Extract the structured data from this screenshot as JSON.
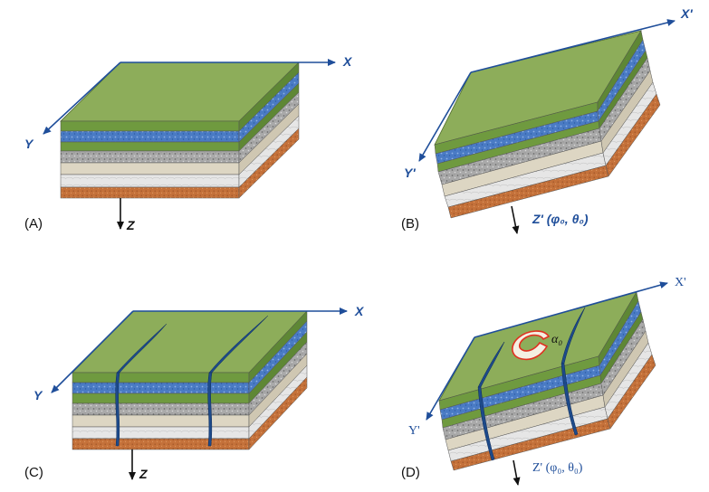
{
  "panels": [
    {
      "id": "A",
      "panel_label": "(A)",
      "axis_x": "X",
      "axis_y": "Y",
      "axis_z": "Z"
    },
    {
      "id": "B",
      "panel_label": "(B)",
      "axis_x": "X'",
      "axis_y": "Y'",
      "axis_z": "Z' (φ₀, θ₀)"
    },
    {
      "id": "C",
      "panel_label": "(C)",
      "axis_x": "X",
      "axis_y": "Y",
      "axis_z": "Z"
    },
    {
      "id": "D",
      "panel_label": "(D)",
      "axis_x": "X'",
      "axis_y": "Y'",
      "axis_z": "Z' (φ₀, θ₀)",
      "angle_label": "α₀"
    }
  ],
  "colors": {
    "axis": "#1f4e9a",
    "top_green": "#8dad5a",
    "green_layer": "#6f9a3f",
    "blue_layer": "#4a7bc4",
    "gray_layer": "#a7a7a7",
    "beige_layer": "#ddd6c3",
    "white_layer": "#e4e4e4",
    "brown_layer": "#c4713a",
    "fracture": "#1d4a8a",
    "angle_marker": "#e03020"
  }
}
